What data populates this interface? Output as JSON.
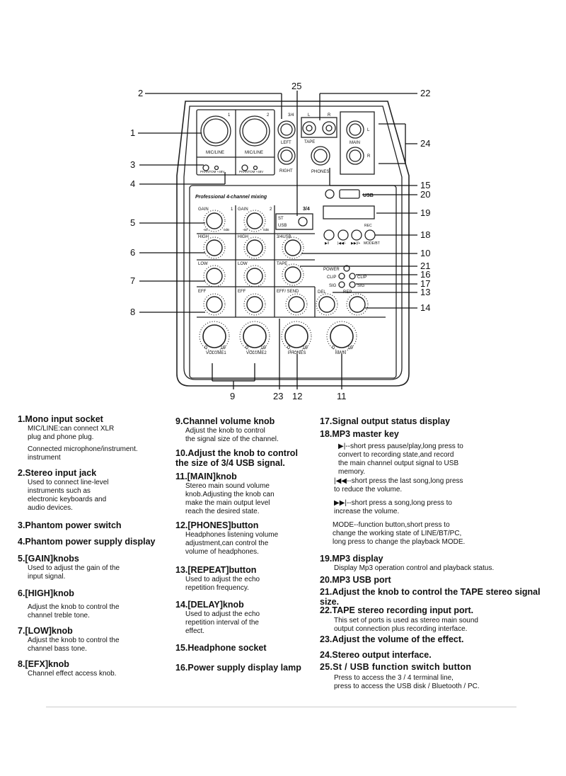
{
  "diagram": {
    "callouts": {
      "c1": "1",
      "c2": "2",
      "c3": "3",
      "c4": "4",
      "c5": "5",
      "c6": "6",
      "c7": "7",
      "c8": "8",
      "c9": "9",
      "c10": "10",
      "c11": "11",
      "c12": "12",
      "c13": "13",
      "c14": "14",
      "c15": "15",
      "c16": "16",
      "c17": "17",
      "c18": "18",
      "c19": "19",
      "c20": "20",
      "c21": "21",
      "c22": "22",
      "c23": "23",
      "c24": "24",
      "c25": "25"
    },
    "labels": {
      "ch1_num": "1",
      "ch2_num": "2",
      "ch34_num": "3/4",
      "mic_line1": "MIC/LINE",
      "mic_line2": "MIC/LINE",
      "phantom1": "PHANTOM +48V",
      "phantom2": "PHANTOM +48V",
      "left": "LEFT",
      "right": "RIGHT",
      "tape_l": "L",
      "tape_r": "R",
      "tape": "TAPE",
      "phones_jack": "PHONES",
      "main_out": "MAIN",
      "main_l": "L",
      "main_r": "R",
      "pro_title": "Professional 4-channel mixing",
      "usb": "USB",
      "ch34_label": "3/4",
      "st": "ST",
      "usb_sw": "USB",
      "gain1": "GAIN",
      "gain1_num": "1",
      "gain2": "GAIN",
      "gain2_num": "2",
      "gain_min1": "-60",
      "gain_max1": "0dB",
      "gain_min2": "-60",
      "gain_max2": "0dB",
      "high1": "HIGH",
      "high2": "HIGH",
      "ch34usb": "3/4USB",
      "low1": "LOW",
      "low2": "LOW",
      "tape_knob": "TAPE",
      "eff1": "EFF",
      "eff2": "EFF",
      "effsend": "EFF/\nSEND",
      "power": "POWER",
      "clip1": "CLIP",
      "clip2": "CLIP",
      "sig1": "SIG",
      "sig2": "SIG",
      "del": "DEL",
      "rep": "REP",
      "zero": "0",
      "ten": "10",
      "volume1": "VOLUME1",
      "volume2": "VOLUME2",
      "phones_knob": "PHONES",
      "main_knob": "MAIN",
      "play_key": "▶‖",
      "prev_key": "|◀◀/-",
      "next_key": "▶▶|/+",
      "mode_key": "MODE/BT",
      "rec": "REC"
    }
  },
  "col1": [
    {
      "title": "1.Mono input socket",
      "text": "MIC/LINE:can connect XLR\nplug and phone plug."
    },
    {
      "title": "",
      "text": "Connected microphone/instrument.\ninstrument"
    },
    {
      "title": "2.Stereo input jack",
      "text": "Used to connect line-level\ninstruments such as\nelectronic keyboards and\naudio devices."
    },
    {
      "title": "3.Phantom power switch",
      "text": ""
    },
    {
      "title": "4.Phantom power supply display",
      "text": ""
    },
    {
      "title": "5.[GAIN]knobs",
      "text": "Used to adjust the gain of the\ninput signal."
    },
    {
      "title": "6.[HIGH]knob",
      "text": ""
    },
    {
      "title": "",
      "text": "Adjust the knob to control the\nchannel treble tone."
    },
    {
      "title": "7.[LOW]knob",
      "text": "Adjust the knob to control the\nchannel bass tone."
    },
    {
      "title": "8.[EFX]knob",
      "text": "Channel effect access knob."
    }
  ],
  "col2": [
    {
      "title": "9.Channel volume knob",
      "text": "Adjust the knob to control\nthe signal size of the channel."
    },
    {
      "title": "10.Adjust the knob to control\n     the size of 3/4 USB signal.",
      "text": ""
    },
    {
      "title": "11.[MAIN]knob",
      "text": "Stereo main sound volume\nknob.Adjusting the knob can\nmake the main output level\nreach the desired state."
    },
    {
      "title": "12.[PHONES]button",
      "text": "Headphones listening volume\nadjustment,can control the\nvolume of headphones."
    },
    {
      "title": "13.[REPEAT]button",
      "text": "Used to adjust the echo\nrepetition frequency."
    },
    {
      "title": "14.[DELAY]knob",
      "text": "Used to adjust the echo\nrepetition interval of the\neffect."
    },
    {
      "title": "15.Headphone socket",
      "text": ""
    },
    {
      "title": "16.Power supply display lamp",
      "text": ""
    }
  ],
  "col3": {
    "t17": "17.Signal output status display",
    "t18": "18.MP3 master key",
    "k_play": "▶|--short press pause/play,long press to\n      convert to recording state,and record\n      the main channel output signal to USB\n      memory.",
    "k_prev": "|◀◀--short press the last song,long press\n        to reduce the volume.",
    "k_next": "▶▶|--short press a song,long press to\n        increase the volume.",
    "k_mode": "MODE--function button,short press to\n              change the working state of LINE/BT/PC,\n              long press to change the playback MODE.",
    "t19": "19.MP3 display",
    "d19": "Display Mp3 operation control and playback status.",
    "t20": "20.MP3 USB port",
    "t21": "21.Adjust the knob to control the TAPE stereo signal\n      size.",
    "t22": "22.TAPE stereo recording input port.",
    "d22": "This set of ports is used as stereo main sound\noutput connection plus recording interface.",
    "t23": "23.Adjust the volume of the effect.",
    "t24": "24.Stereo output interface.",
    "t25": "25.St / USB function switch button",
    "d25": "Press to access the 3 / 4 terminal line,\npress to access the USB disk / Bluetooth / PC."
  }
}
